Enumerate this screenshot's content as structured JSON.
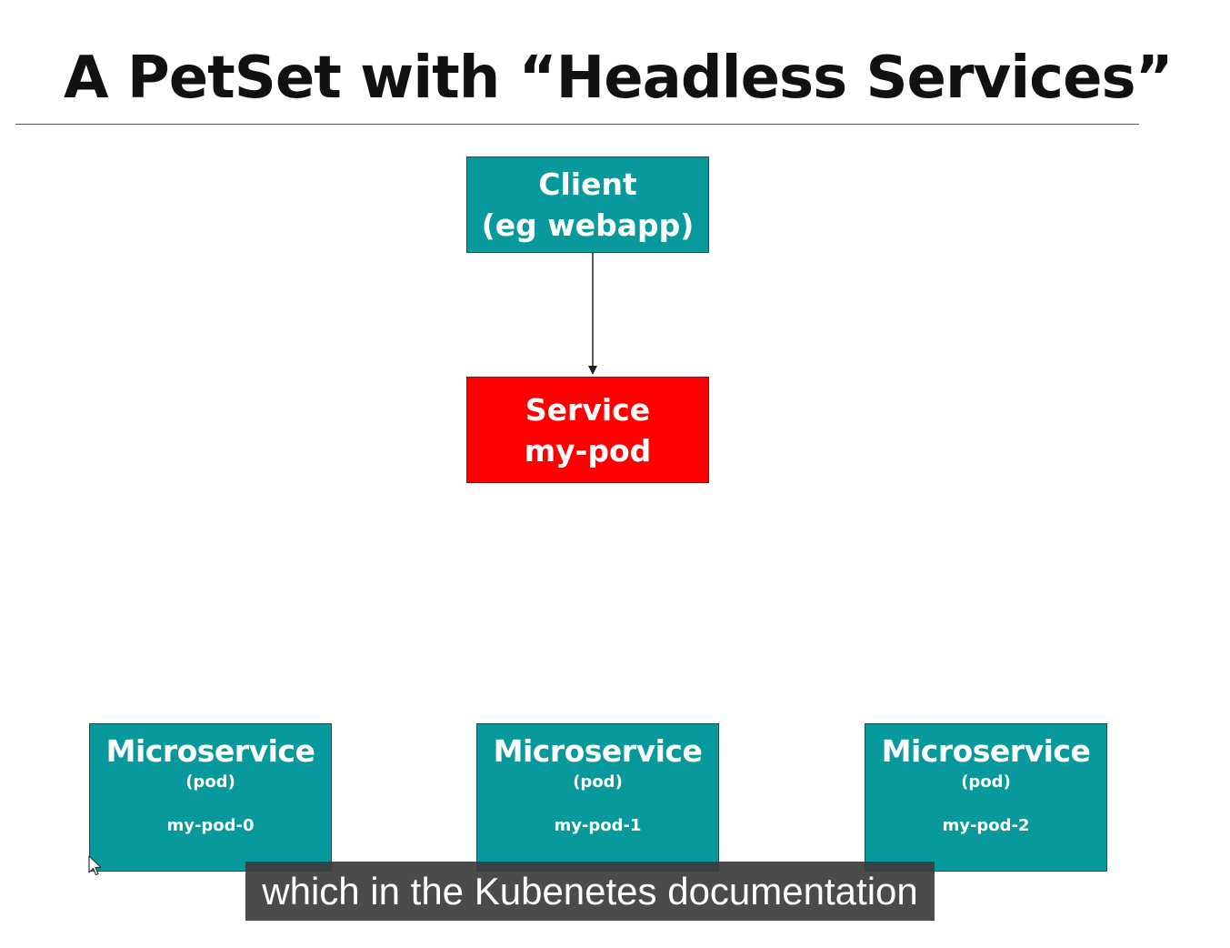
{
  "slide": {
    "title": "A PetSet with “Headless Services”"
  },
  "diagram": {
    "client": {
      "line1": "Client",
      "line2": "(eg webapp)"
    },
    "service": {
      "line1": "Service",
      "line2": "my-pod"
    },
    "microservices": [
      {
        "title": "Microservice",
        "sub": "(pod)",
        "name": "my-pod-0"
      },
      {
        "title": "Microservice",
        "sub": "(pod)",
        "name": "my-pod-1"
      },
      {
        "title": "Microservice",
        "sub": "(pod)",
        "name": "my-pod-2"
      }
    ]
  },
  "caption": {
    "text": "which in the Kubenetes documentation"
  },
  "colors": {
    "teal_box": "#07999b",
    "red_box": "#ff0000",
    "caption_bg": "#3c3c3c"
  },
  "icons": {
    "cursor": "mouse-pointer-icon"
  }
}
